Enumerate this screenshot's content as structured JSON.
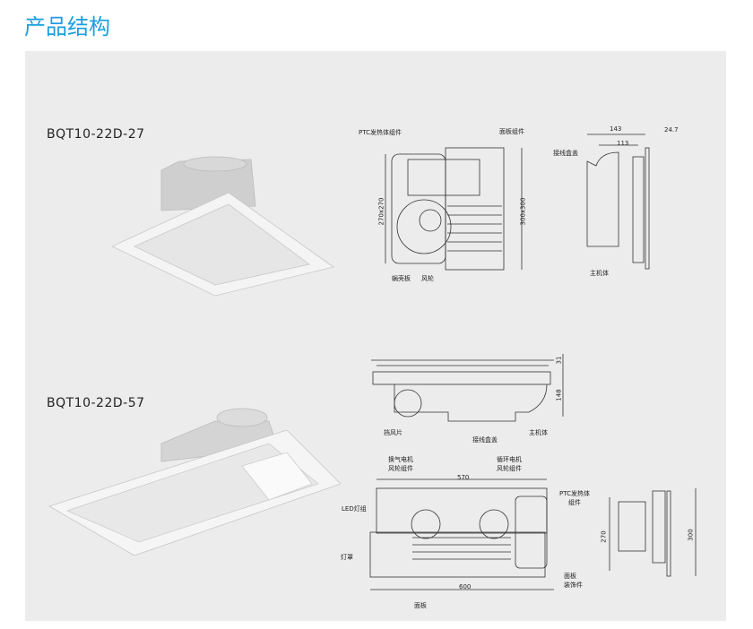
{
  "title": "产品结构",
  "models": [
    {
      "name": "BQT10-22D-27",
      "front_labels": {
        "ptc": "PTC发热体组件",
        "panel": "面板组件",
        "dim_inner": "270x270",
        "dim_outer": "300x300",
        "volute": "蜗壳板",
        "fan": "风轮"
      },
      "side_labels": {
        "d143": "143",
        "d113": "113",
        "d24": "24.7",
        "junction": "接线盒盖",
        "body": "主机体"
      }
    },
    {
      "name": "BQT10-22D-57",
      "side_labels": {
        "d31": "31",
        "d148": "148",
        "baffle": "挡风片",
        "junction": "接线盒盖",
        "body": "主机体"
      },
      "front_labels": {
        "exhaust": "换气电机\n风轮组件",
        "circ": "循环电机\n风轮组件",
        "d570": "570",
        "ptc": "PTC发热体\n组件",
        "led": "LED灯组",
        "cover": "灯罩",
        "trim": "面板\n装饰件",
        "d600": "600",
        "panel": "面板"
      },
      "end_labels": {
        "d270": "270",
        "d300": "300"
      }
    }
  ]
}
